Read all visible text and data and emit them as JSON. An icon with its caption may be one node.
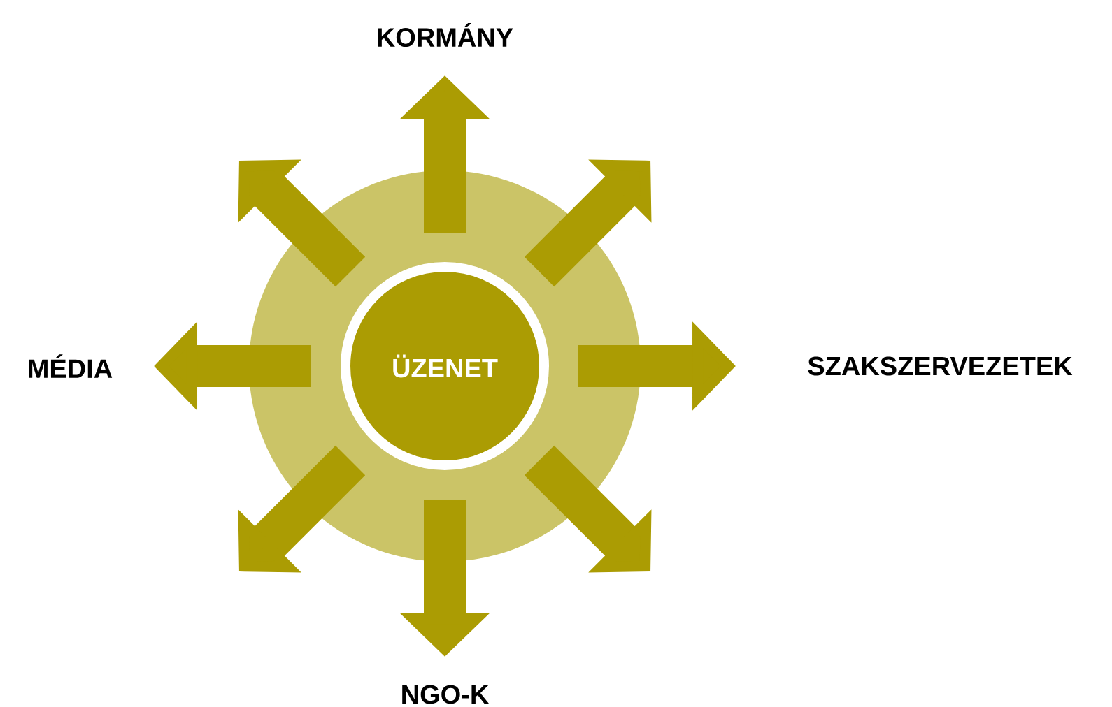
{
  "diagram": {
    "nodes": [
      {
        "text": [],
        "shape": "circle"
      },
      {
        "text": [
          "ÜZENET"
        ],
        "in": 0
      },
      {
        "text": [
          "KORMÁNY"
        ]
      },
      {
        "text": [
          "MÉDIA"
        ]
      },
      {
        "text": [
          "SZAKSZERVEZETEK"
        ]
      },
      {
        "text": [
          "NGO-K"
        ]
      }
    ],
    "edges": [
      {
        "from": 1,
        "to": 2,
        "arrow": "to"
      },
      {
        "from": 1,
        "to": null,
        "arrow": "to"
      },
      {
        "from": 1,
        "to": 4,
        "arrow": "to"
      },
      {
        "from": 1,
        "to": null,
        "arrow": "to"
      },
      {
        "from": 1,
        "to": 5,
        "arrow": "to"
      },
      {
        "from": 1,
        "to": null,
        "arrow": "to"
      },
      {
        "from": 1,
        "to": 3,
        "arrow": "to"
      },
      {
        "from": 1,
        "to": null,
        "arrow": "to"
      }
    ]
  }
}
